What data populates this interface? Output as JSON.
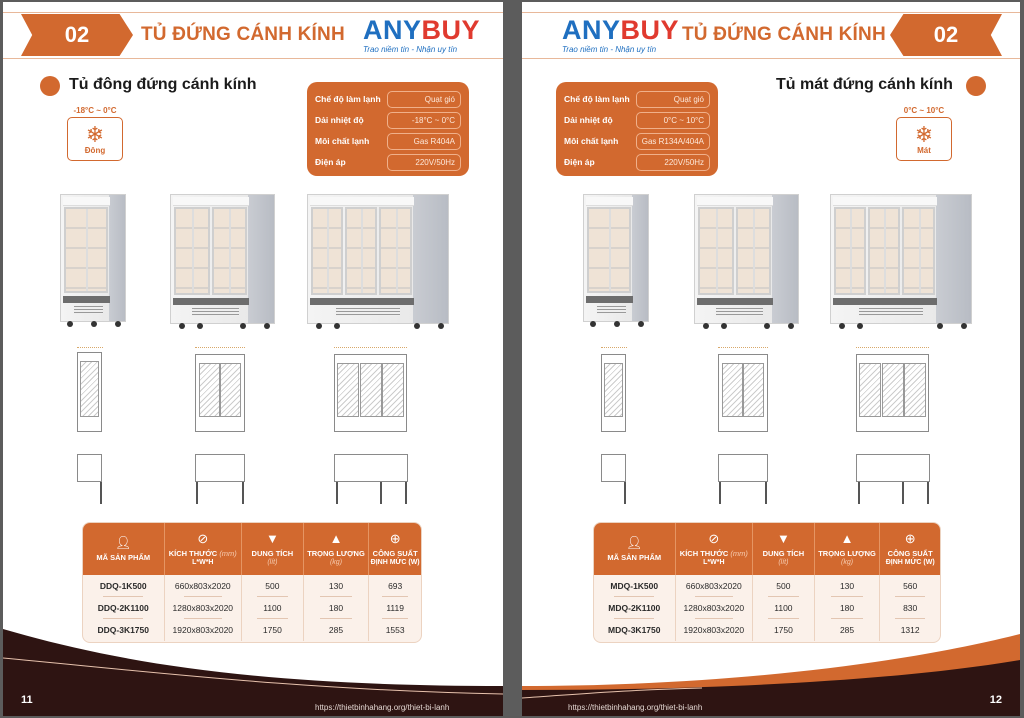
{
  "left_page": {
    "section_number": "02",
    "section_title": "TỦ ĐỨNG CÁNH KÍNH",
    "logo": {
      "brand_part1": "ANY",
      "brand_part2": "BUY",
      "tagline": "Trao niềm tin - Nhận uy tín"
    },
    "product_title": "Tủ đông đứng cánh kính",
    "temperature_badge": {
      "range": "-18°C ~ 0°C",
      "icon": "snowflake-icon",
      "label": "Đông"
    },
    "specs": [
      {
        "label": "Chế độ làm lạnh",
        "value": "Quạt gió"
      },
      {
        "label": "Dải nhiệt độ",
        "value": "-18°C ~ 0°C"
      },
      {
        "label": "Môi chất lạnh",
        "value": "Gas R404A"
      },
      {
        "label": "Điện áp",
        "value": "220V/50Hz"
      }
    ],
    "table": {
      "headers": [
        {
          "icon": "user-icon",
          "line1": "MÃ SẢN PHẨM",
          "line1_unit": "",
          "line2": ""
        },
        {
          "icon": "ruler-icon",
          "line1": "KÍCH THƯỚC",
          "line1_unit": "(mm)",
          "line2": "L*W*H"
        },
        {
          "icon": "cup-icon",
          "line1": "DUNG TÍCH",
          "line1_unit": "",
          "line2": "(lít)"
        },
        {
          "icon": "weight-icon",
          "line1": "TRỌNG LƯỢNG",
          "line1_unit": "",
          "line2": "(kg)"
        },
        {
          "icon": "power-icon",
          "line1": "CÔNG SUẤT",
          "line1_unit": "",
          "line2": "ĐỊNH MỨC (W)"
        }
      ],
      "rows": [
        [
          "DDQ-1K500",
          "660x803x2020",
          "500",
          "130",
          "693"
        ],
        [
          "DDQ-2K1100",
          "1280x803x2020",
          "1100",
          "180",
          "1119"
        ],
        [
          "DDQ-3K1750",
          "1920x803x2020",
          "1750",
          "285",
          "1553"
        ]
      ]
    },
    "page_number": "11",
    "url": "https://thietbinhahang.org/thiet-bi-lanh"
  },
  "right_page": {
    "section_number": "02",
    "section_title": "TỦ ĐỨNG CÁNH KÍNH",
    "logo": {
      "brand_part1": "ANY",
      "brand_part2": "BUY",
      "tagline": "Trao niềm tin - Nhận uy tín"
    },
    "product_title": "Tủ mát đứng cánh kính",
    "temperature_badge": {
      "range": "0°C ~ 10°C",
      "icon": "snowflake-icon",
      "label": "Mát"
    },
    "specs": [
      {
        "label": "Chế độ làm lạnh",
        "value": "Quạt gió"
      },
      {
        "label": "Dải nhiệt độ",
        "value": "0°C ~ 10°C"
      },
      {
        "label": "Môi chất lạnh",
        "value": "Gas R134A/404A"
      },
      {
        "label": "Điện áp",
        "value": "220V/50Hz"
      }
    ],
    "table": {
      "headers": [
        {
          "icon": "user-icon",
          "line1": "MÃ SẢN PHẨM",
          "line1_unit": "",
          "line2": ""
        },
        {
          "icon": "ruler-icon",
          "line1": "KÍCH THƯỚC",
          "line1_unit": "(mm)",
          "line2": "L*W*H"
        },
        {
          "icon": "cup-icon",
          "line1": "DUNG TÍCH",
          "line1_unit": "",
          "line2": "(lít)"
        },
        {
          "icon": "weight-icon",
          "line1": "TRỌNG LƯỢNG",
          "line1_unit": "",
          "line2": "(kg)"
        },
        {
          "icon": "power-icon",
          "line1": "CÔNG SUẤT",
          "line1_unit": "",
          "line2": "ĐỊNH MỨC (W)"
        }
      ],
      "rows": [
        [
          "MDQ-1K500",
          "660x803x2020",
          "500",
          "130",
          "560"
        ],
        [
          "MDQ-2K1100",
          "1280x803x2020",
          "1100",
          "180",
          "830"
        ],
        [
          "MDQ-3K1750",
          "1920x803x2020",
          "1750",
          "285",
          "1312"
        ]
      ]
    },
    "page_number": "12",
    "url": "https://thietbinhahang.org/thiet-bi-lanh"
  },
  "colors": {
    "accent": "#d2692f",
    "footer_dark": "#2e1412",
    "logo_blue": "#1f6fc0",
    "logo_red": "#e03a2f"
  }
}
